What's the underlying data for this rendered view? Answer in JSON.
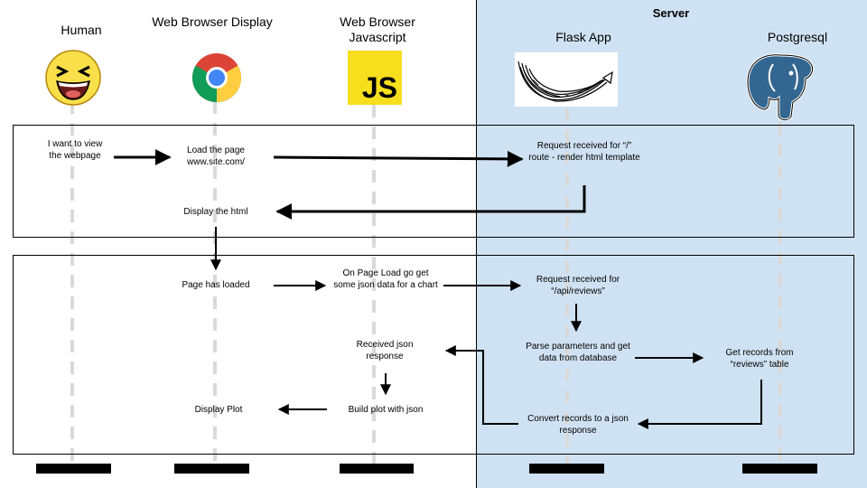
{
  "server_label": "Server",
  "lanes": [
    {
      "title": "Human",
      "icon": "laughing-face-icon"
    },
    {
      "title": "Web Browser Display",
      "icon": "chrome-browser-icon"
    },
    {
      "title": "Web Browser Javascript",
      "icon": "javascript-logo-icon"
    },
    {
      "title": "Flask App",
      "icon": "flask-horn-logo-icon"
    },
    {
      "title": "Postgresql",
      "icon": "postgresql-elephant-icon"
    }
  ],
  "steps": {
    "want_view": "I want to view the webpage",
    "load_page": "Load the page www.site.com/",
    "request_root": "Request received for “/” route - render html template",
    "display_html": "Display the html",
    "page_loaded": "Page has loaded",
    "on_page_load": "On Page Load go get some json data for a chart",
    "request_api": "Request received for “/api/reviews”",
    "parse_params": "Parse parameters and get data from database",
    "get_records": "Get records from “reviews” table",
    "received_json": "Received json response",
    "convert_records": "Convert records to a json response",
    "build_plot": "Build plot with json",
    "display_plot": "Display Plot"
  },
  "js_logo_text": "JS",
  "colors": {
    "server_bg": "#cfe2f3",
    "dashed_line": "#d9d9d9",
    "js_yellow": "#f7df1e",
    "pg_blue": "#336791"
  }
}
